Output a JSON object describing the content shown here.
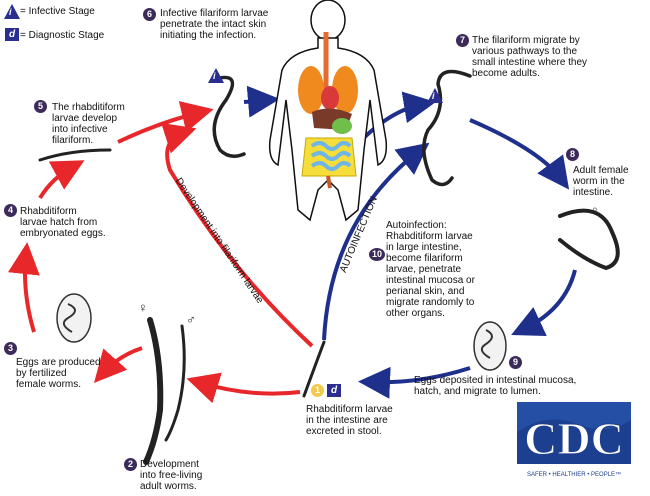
{
  "legend": {
    "infective_symbol": "i",
    "infective_label": "= Infective Stage",
    "diagnostic_symbol": "d",
    "diagnostic_label": "= Diagnostic Stage"
  },
  "steps": [
    {
      "number": "1",
      "text": "Rhabditiform larvae\nin the intestine are\nexcreted in stool."
    },
    {
      "number": "2",
      "text": "Development\ninto free-living\nadult worms."
    },
    {
      "number": "3",
      "text": "Eggs are produced\nby fertilized\nfemale worms."
    },
    {
      "number": "4",
      "text": "Rhabditiform\nlarvae hatch from\nembryonated eggs."
    },
    {
      "number": "5",
      "text": "The rhabditiform\nlarvae develop\ninto infective\nfilariform."
    },
    {
      "number": "6",
      "text": "Infective filariform larvae\npenetrate the intact skin\ninitiating the infection."
    },
    {
      "number": "7",
      "text": "The filariform migrate by\nvarious pathways to the\nsmall intestine where they\nbecome adults."
    },
    {
      "number": "8",
      "text": "Adult female\nworm in the\nintestine."
    },
    {
      "number": "9",
      "text": "Eggs deposited in intestinal mucosa,\nhatch, and migrate to lumen."
    },
    {
      "number": "10",
      "text": "Autoinfection:\nRhabditiform larvae\nin large intestine,\nbecome filariform\nlarvae, penetrate\nintestinal mucosa or\nperianal skin, and\nmigrate randomly to\nother organs."
    }
  ],
  "arc_labels": {
    "development": "Development into filariform larvae",
    "autoinfection": "AUTOINFECTION"
  },
  "sex_symbols": {
    "female": "♀",
    "male": "♂"
  },
  "stage_marks": {
    "infective": "i",
    "diagnostic": "d"
  },
  "logo": {
    "text": "CDC",
    "tagline": "SAFER • HEALTHIER • PEOPLE™"
  },
  "colors": {
    "red": "#e8272b",
    "blue": "#1f2f8c",
    "badge": "#3b2a5a",
    "logo_blue": "#1d3f8f"
  }
}
